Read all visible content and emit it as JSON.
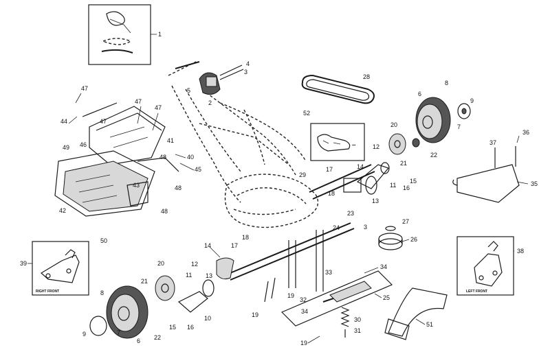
{
  "labels": [
    {
      "id": "p1",
      "text": "1"
    },
    {
      "id": "p2",
      "text": "2"
    },
    {
      "id": "p3",
      "text": "3"
    },
    {
      "id": "p4",
      "text": "4"
    },
    {
      "id": "p5",
      "text": "5"
    },
    {
      "id": "p6r",
      "text": "6"
    },
    {
      "id": "p7r",
      "text": "7"
    },
    {
      "id": "p8r",
      "text": "8"
    },
    {
      "id": "p9r",
      "text": "9"
    },
    {
      "id": "p20r",
      "text": "20"
    },
    {
      "id": "p12r",
      "text": "12"
    },
    {
      "id": "p21r",
      "text": "21"
    },
    {
      "id": "p22r",
      "text": "22"
    },
    {
      "id": "p11r",
      "text": "11"
    },
    {
      "id": "p15r",
      "text": "15"
    },
    {
      "id": "p16r",
      "text": "16"
    },
    {
      "id": "p13r",
      "text": "13"
    },
    {
      "id": "p14r",
      "text": "14"
    },
    {
      "id": "p17r",
      "text": "17"
    },
    {
      "id": "p18r",
      "text": "18"
    },
    {
      "id": "p29",
      "text": "29"
    },
    {
      "id": "p28",
      "text": "28"
    },
    {
      "id": "p52",
      "text": "52"
    },
    {
      "id": "p37",
      "text": "37"
    },
    {
      "id": "p36",
      "text": "36"
    },
    {
      "id": "p35",
      "text": "35"
    },
    {
      "id": "p47a",
      "text": "47"
    },
    {
      "id": "p47b",
      "text": "47"
    },
    {
      "id": "p47c",
      "text": "47"
    },
    {
      "id": "p47d",
      "text": "47"
    },
    {
      "id": "p44",
      "text": "44"
    },
    {
      "id": "p41",
      "text": "41"
    },
    {
      "id": "p40",
      "text": "40"
    },
    {
      "id": "p45",
      "text": "45"
    },
    {
      "id": "p46",
      "text": "46"
    },
    {
      "id": "p49",
      "text": "49"
    },
    {
      "id": "p48a",
      "text": "48"
    },
    {
      "id": "p48b",
      "text": "48"
    },
    {
      "id": "p48c",
      "text": "48"
    },
    {
      "id": "p43",
      "text": "43"
    },
    {
      "id": "p42",
      "text": "42"
    },
    {
      "id": "p50",
      "text": "50"
    },
    {
      "id": "p39",
      "text": "39"
    },
    {
      "id": "p14l",
      "text": "14"
    },
    {
      "id": "p17l",
      "text": "17"
    },
    {
      "id": "p18l",
      "text": "18"
    },
    {
      "id": "p12l",
      "text": "12"
    },
    {
      "id": "p20l",
      "text": "20"
    },
    {
      "id": "p21l",
      "text": "21"
    },
    {
      "id": "p13l",
      "text": "13"
    },
    {
      "id": "p11l",
      "text": "11"
    },
    {
      "id": "p10",
      "text": "10"
    },
    {
      "id": "p16l",
      "text": "16"
    },
    {
      "id": "p15l",
      "text": "15"
    },
    {
      "id": "p22l",
      "text": "22"
    },
    {
      "id": "p8l",
      "text": "8"
    },
    {
      "id": "p9l",
      "text": "9"
    },
    {
      "id": "p7l",
      "text": "7"
    },
    {
      "id": "p6l",
      "text": "6"
    },
    {
      "id": "p19a",
      "text": "19"
    },
    {
      "id": "p19b",
      "text": "19"
    },
    {
      "id": "p19c",
      "text": "19"
    },
    {
      "id": "p32",
      "text": "32"
    },
    {
      "id": "p33",
      "text": "33"
    },
    {
      "id": "p34a",
      "text": "34"
    },
    {
      "id": "p34b",
      "text": "34"
    },
    {
      "id": "p23",
      "text": "23"
    },
    {
      "id": "p24",
      "text": "24"
    },
    {
      "id": "p3b",
      "text": "3"
    },
    {
      "id": "p25",
      "text": "25"
    },
    {
      "id": "p30",
      "text": "30"
    },
    {
      "id": "p31a",
      "text": "31"
    },
    {
      "id": "p27",
      "text": "27"
    },
    {
      "id": "p26",
      "text": "26"
    },
    {
      "id": "p38",
      "text": "38"
    },
    {
      "id": "p51",
      "text": "51"
    }
  ],
  "insets": {
    "right_front": "RIGHT FRONT",
    "left_front": "LEFT FRONT"
  }
}
